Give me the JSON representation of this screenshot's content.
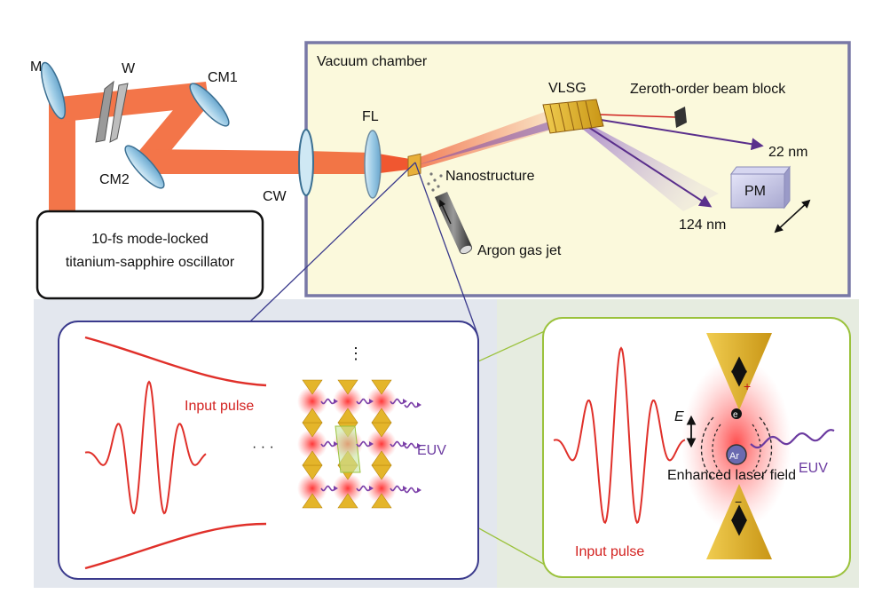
{
  "labels": {
    "m": "M",
    "w": "W",
    "cm1": "CM1",
    "cm2": "CM2",
    "cw": "CW",
    "fl": "FL",
    "vacuum_chamber": "Vacuum chamber",
    "vlsg": "VLSG",
    "zeroth_order": "Zeroth-order beam block",
    "nm22": "22 nm",
    "nm124": "124 nm",
    "pm": "PM",
    "nanostructure": "Nanostructure",
    "argon": "Argon gas jet",
    "osc_line1": "10-fs mode-locked",
    "osc_line2": "titanium-sapphire oscillator"
  },
  "left_inset": {
    "input_pulse": "Input pulse",
    "euv": "EUV",
    "vdots": "⋮",
    "hdots": "· · ·"
  },
  "right_inset": {
    "input_pulse": "Input pulse",
    "euv": "EUV",
    "e_field": "E",
    "electron": "e",
    "argon_atom": "Ar",
    "plus": "+",
    "minus": "−",
    "enhanced": "Enhanced laser field"
  },
  "colors": {
    "laser": "#f05a32",
    "pulse": "#e8282a",
    "euv": "#7b3fa8",
    "chamber_bg": "#fbf9dd",
    "chamber_border": "#7a7aa8",
    "lower_bg": "#e6eaf0",
    "gold": "#e2b52a",
    "left_frame": "#3a3a8c",
    "right_frame": "#9bc23c"
  }
}
